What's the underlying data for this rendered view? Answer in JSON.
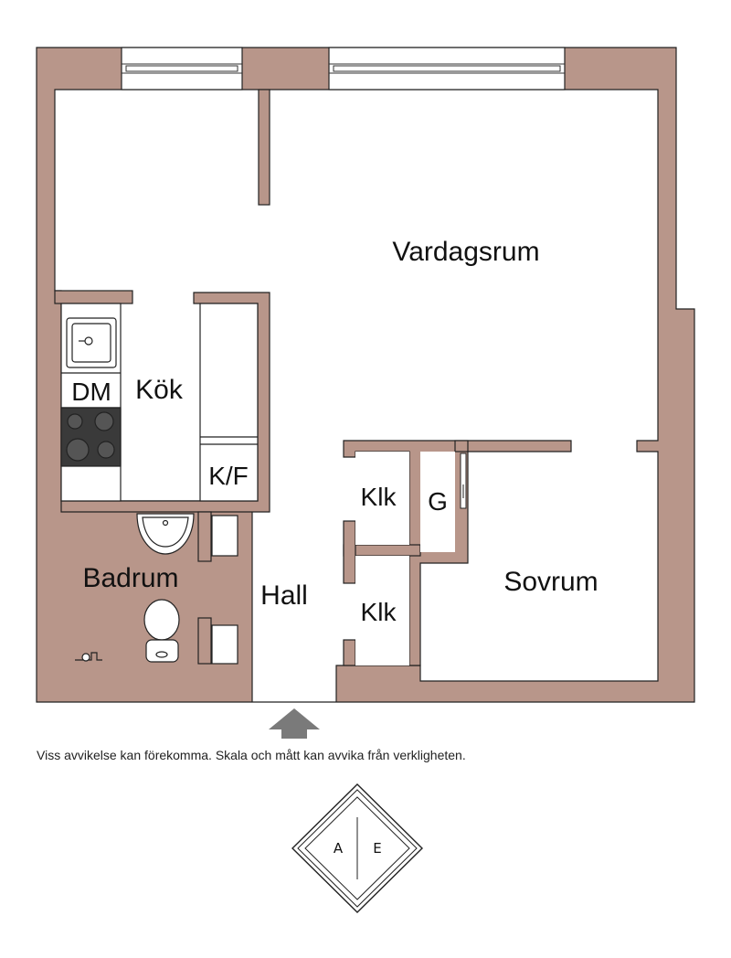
{
  "rooms": {
    "vardagsrum": "Vardagsrum",
    "kok": "Kök",
    "dm": "DM",
    "kf": "K/F",
    "klk_upper": "Klk",
    "klk_lower": "Klk",
    "g": "G",
    "badrum": "Badrum",
    "hall": "Hall",
    "sovrum": "Sovrum"
  },
  "disclaimer": "Viss avvikelse kan förekomma. Skala och mått kan avvika från verkligheten.",
  "compass": {
    "left": "A",
    "right": "E"
  },
  "colors": {
    "wall": "#b8968a",
    "outline": "#222222",
    "stove": "#3a3a3a",
    "arrow": "#7a7a7a"
  }
}
